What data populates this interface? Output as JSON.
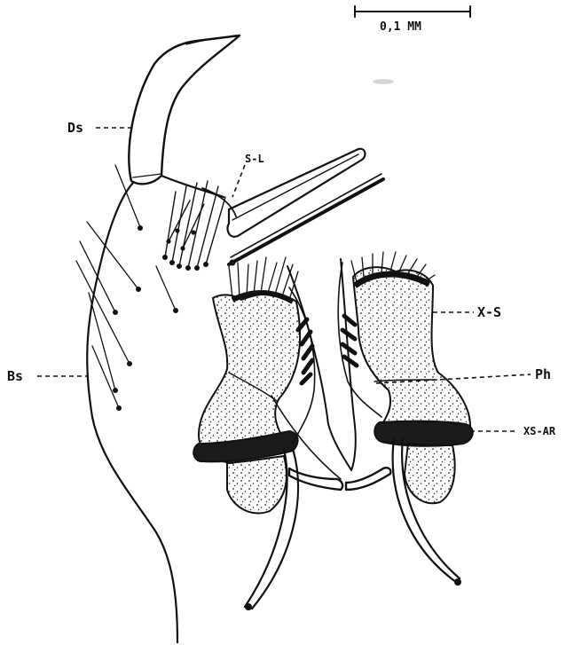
{
  "scale_bar": {
    "label": "0,1 MM"
  },
  "labels": {
    "ds": "Ds",
    "sl": "S-L",
    "bs": "Bs",
    "xs": "X-S",
    "ph": "Ph",
    "xsar": "XS-AR"
  },
  "colors": {
    "ink": "#111111",
    "paper": "#ffffff"
  }
}
